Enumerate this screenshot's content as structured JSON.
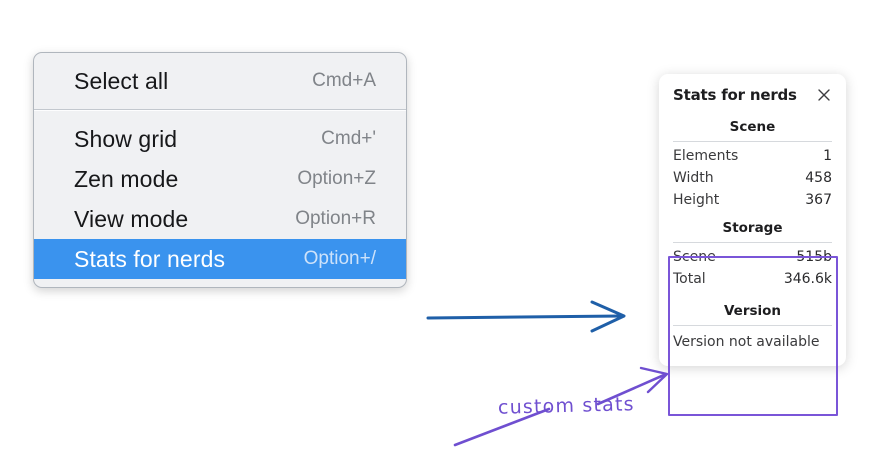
{
  "context_menu": {
    "name": "context-menu",
    "groups": [
      {
        "items": [
          {
            "label": "Select all",
            "shortcut": "Cmd+A",
            "selected": false
          }
        ]
      },
      {
        "items": [
          {
            "label": "Show grid",
            "shortcut": "Cmd+'",
            "selected": false
          },
          {
            "label": "Zen mode",
            "shortcut": "Option+Z",
            "selected": false
          },
          {
            "label": "View mode",
            "shortcut": "Option+R",
            "selected": false
          },
          {
            "label": "Stats for nerds",
            "shortcut": "Option+/",
            "selected": true
          }
        ]
      }
    ],
    "highlight_color": "#3a93ee",
    "background_color": "#f0f1f3"
  },
  "stats_panel": {
    "title": "Stats for nerds",
    "close_icon": "close-icon",
    "sections": [
      {
        "heading": "Scene",
        "rows": [
          {
            "label": "Elements",
            "value": "1"
          },
          {
            "label": "Width",
            "value": "458"
          },
          {
            "label": "Height",
            "value": "367"
          }
        ]
      },
      {
        "heading": "Storage",
        "rows": [
          {
            "label": "Scene",
            "value": "515b"
          },
          {
            "label": "Total",
            "value": "346.6k"
          }
        ]
      },
      {
        "heading": "Version",
        "free_text": "Version not available",
        "rows": []
      }
    ]
  },
  "annotations": {
    "arrow_color": "#1f5fa8",
    "marker_color": "#6f4fd0",
    "handwriting": "custom stats",
    "highlight_box_label": "custom-stats-highlight"
  }
}
